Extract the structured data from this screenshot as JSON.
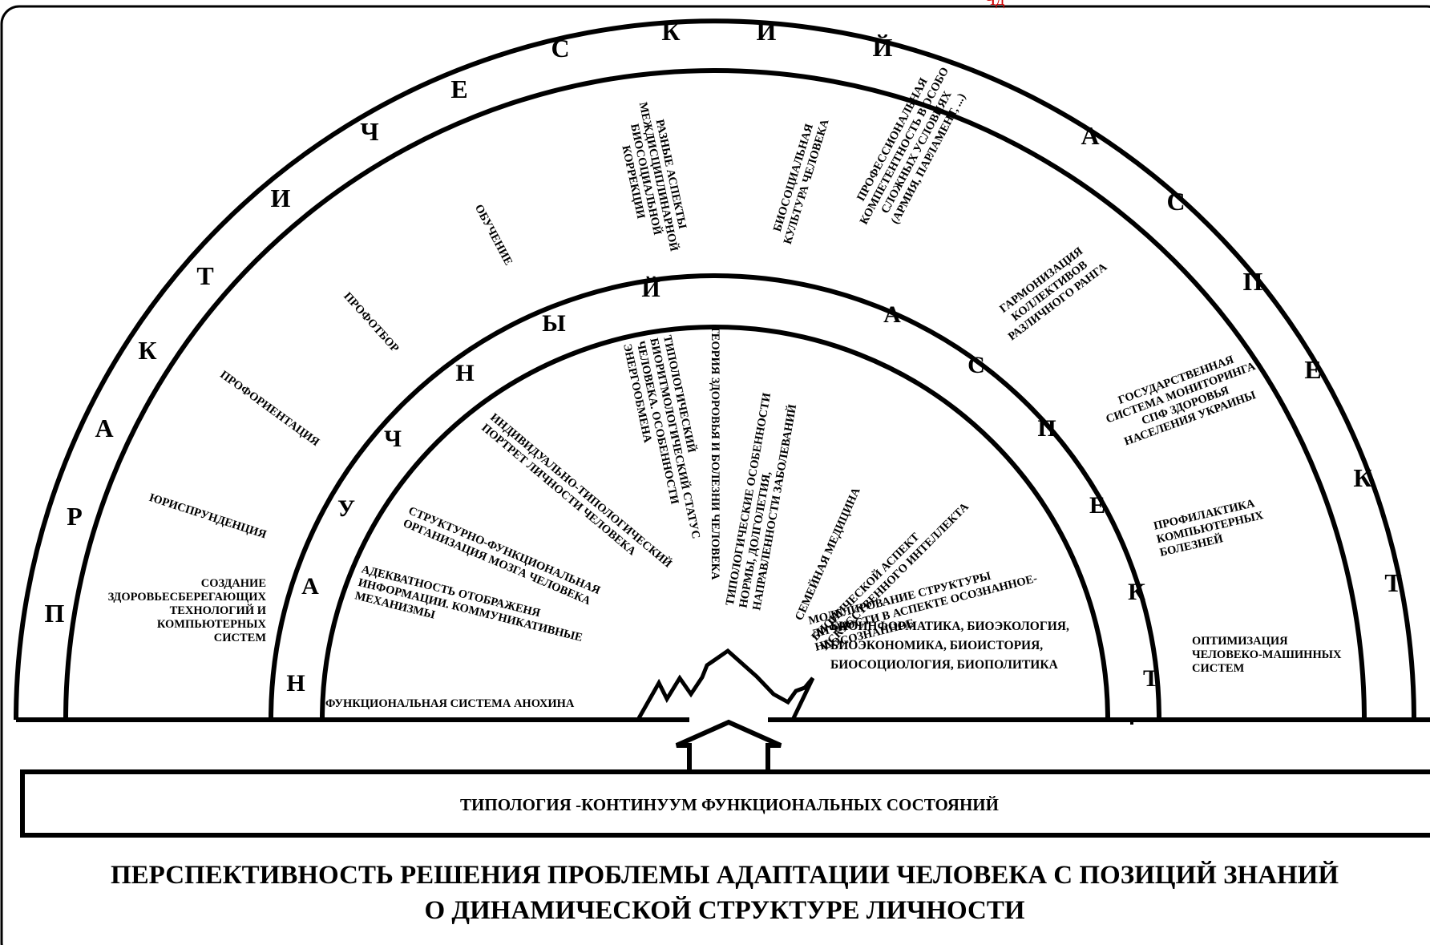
{
  "diagram": {
    "top_fragment": "Чд",
    "outer_ring_letters": [
      "П",
      "Р",
      "А",
      "К",
      "Т",
      "И",
      "Ч",
      "Е",
      "С",
      "К",
      "И",
      "Й",
      "А",
      "С",
      "П",
      "Е",
      "К",
      "Т"
    ],
    "inner_ring_letters": [
      "Н",
      "А",
      "У",
      "Ч",
      "Н",
      "Ы",
      "Й",
      "А",
      "С",
      "П",
      "Е",
      "К",
      "Т"
    ],
    "outer_zone_labels": [
      {
        "lines": [
          "СОЗДАНИЕ",
          "ЗДОРОВЬЕСБЕРЕГАЮЩИХ",
          "ТЕХНОЛОГИЙ И",
          "КОМПЬЮТЕРНЫХ",
          "СИСТЕМ"
        ]
      },
      {
        "lines": [
          "ЮРИСПРУНДЕНЦИЯ"
        ]
      },
      {
        "lines": [
          "ПРОФОРИЕНТАЦИЯ"
        ]
      },
      {
        "lines": [
          "ПРОФОТБОР"
        ]
      },
      {
        "lines": [
          "ОБУЧЕНИЕ"
        ]
      },
      {
        "lines": [
          "РАЗНЫЕ АСПЕКТЫ",
          "МЕЖДИСЦИПЛИНАРНОЙ",
          "БИОСОЦИАЛЬНОЙ",
          "КОРРЕКЦИИ"
        ]
      },
      {
        "lines": [
          "БИОСОЦИАЛЬНАЯ",
          "КУЛЬТУРА ЧЕЛОВЕКА"
        ]
      },
      {
        "lines": [
          "ПРОФЕССИОНАЛЬНАЯ",
          "КОМПЕТЕНТНОСТЬ В ОСОБО",
          "СЛОЖНЫХ УСЛОВИЯХ",
          "(АРМИЯ, ПАРЛАМЕНТ, ...)"
        ]
      },
      {
        "lines": [
          "ГАРМОНИЗАЦИЯ",
          "КОЛЛЕКТИВОВ",
          "РАЗЛИЧНОГО РАНГА"
        ]
      },
      {
        "lines": [
          "ГОСУДАРСТВЕННАЯ",
          "СИСТЕМА МОНИТОРИНГА",
          "СПФ ЗДОРОВЬЯ",
          "НАСЕЛЕНИЯ УКРАИНЫ"
        ]
      },
      {
        "lines": [
          "ПРОФИЛАКТИКА",
          "КОМПЬЮТЕРНЫХ",
          "БОЛЕЗНЕЙ"
        ]
      },
      {
        "lines": [
          "ОПТИМИЗАЦИЯ",
          "ЧЕЛОВЕКО-МАШИННЫХ",
          "СИСТЕМ"
        ]
      }
    ],
    "inner_zone_labels": [
      {
        "lines": [
          "ФУНКЦИОНАЛЬНАЯ СИСТЕМА АНОХИНА"
        ]
      },
      {
        "lines": [
          "АДЕКВАТНОСТЬ ОТОБРАЖЕНЯ",
          "ИНФОРМАЦИИ. КОММУНИКАТИВНЫЕ",
          "МЕХАНИЗМЫ"
        ]
      },
      {
        "lines": [
          "СТРУКТУРНО-ФУНКЦИОНАЛЬНАЯ",
          "ОРГАНИЗАЦИЯ МОЗГА ЧЕЛОВЕКА"
        ]
      },
      {
        "lines": [
          "ИНДИВИДУАЛЬНО-ТИПОЛОГИЧЕСКИЙ",
          "ПОРТРЕТ ЛИЧНОСТИ ЧЕЛОВЕКА"
        ]
      },
      {
        "lines": [
          "ТИПОЛОГИЧЕСКИЙ",
          "БИОРИТМОЛОГИЧЕСКИЙ СТАТУС",
          "ЧЕЛОВЕКА. ОСОБЕННОСТИ",
          "ЭНЕРГООБМЕНА"
        ]
      },
      {
        "lines": [
          "ТЕОРИЯ ЗДОРОВЬЯ И БОЛЕЗНИ ЧЕЛОВЕКА"
        ]
      },
      {
        "lines": [
          "ТИПОЛОГИЧЕСКИЕ ОСОБЕННОСТИ",
          "НОРМЫ, ДОЛГОЛЕТИЯ,",
          "НАПРАВЛЕННОСТИ ЗАБОЛЕВАНИЙ"
        ]
      },
      {
        "lines": [
          "СЕМЕЙНАЯ МЕДИЦИНА"
        ]
      },
      {
        "lines": [
          "БИОНИЧЕСКОЙ АСПЕКТ",
          "ИСКУССТВЕННОГО ИНТЕЛЛЕКТА"
        ]
      },
      {
        "lines": [
          "МОДЕЛИРОВАНИЕ СТРУКТУРЫ",
          "ЛИЧНОСТИ В АСПЕКТЕ ОСОЗНАННОЕ-",
          "НЕОСОЗНАННОЕ"
        ]
      },
      {
        "lines": [
          "БИОИНФОРМАТИКА, БИОЭКОЛОГИЯ,",
          "БИОЭКОНОМИКА, БИОИСТОРИЯ,",
          "БИОСОЦИОЛОГИЯ, БИОПОЛИТИКА"
        ]
      }
    ],
    "base_label": "ТИПОЛОГИЯ -КОНТИНУУМ ФУНКЦИОНАЛЬНЫХ СОСТОЯНИЙ",
    "title_lines": [
      "ПЕРСПЕКТИВНОСТЬ РЕШЕНИЯ ПРОБЛЕМЫ АДАПТАЦИИ ЧЕЛОВЕКА С ПОЗИЦИЙ ЗНАНИЙ",
      "О ДИНАМИЧЕСКОЙ СТРУКТУРЕ ЛИЧНОСТИ"
    ],
    "colors": {
      "ink": "#000000",
      "accent": "#d00000",
      "background": "#ffffff"
    }
  }
}
